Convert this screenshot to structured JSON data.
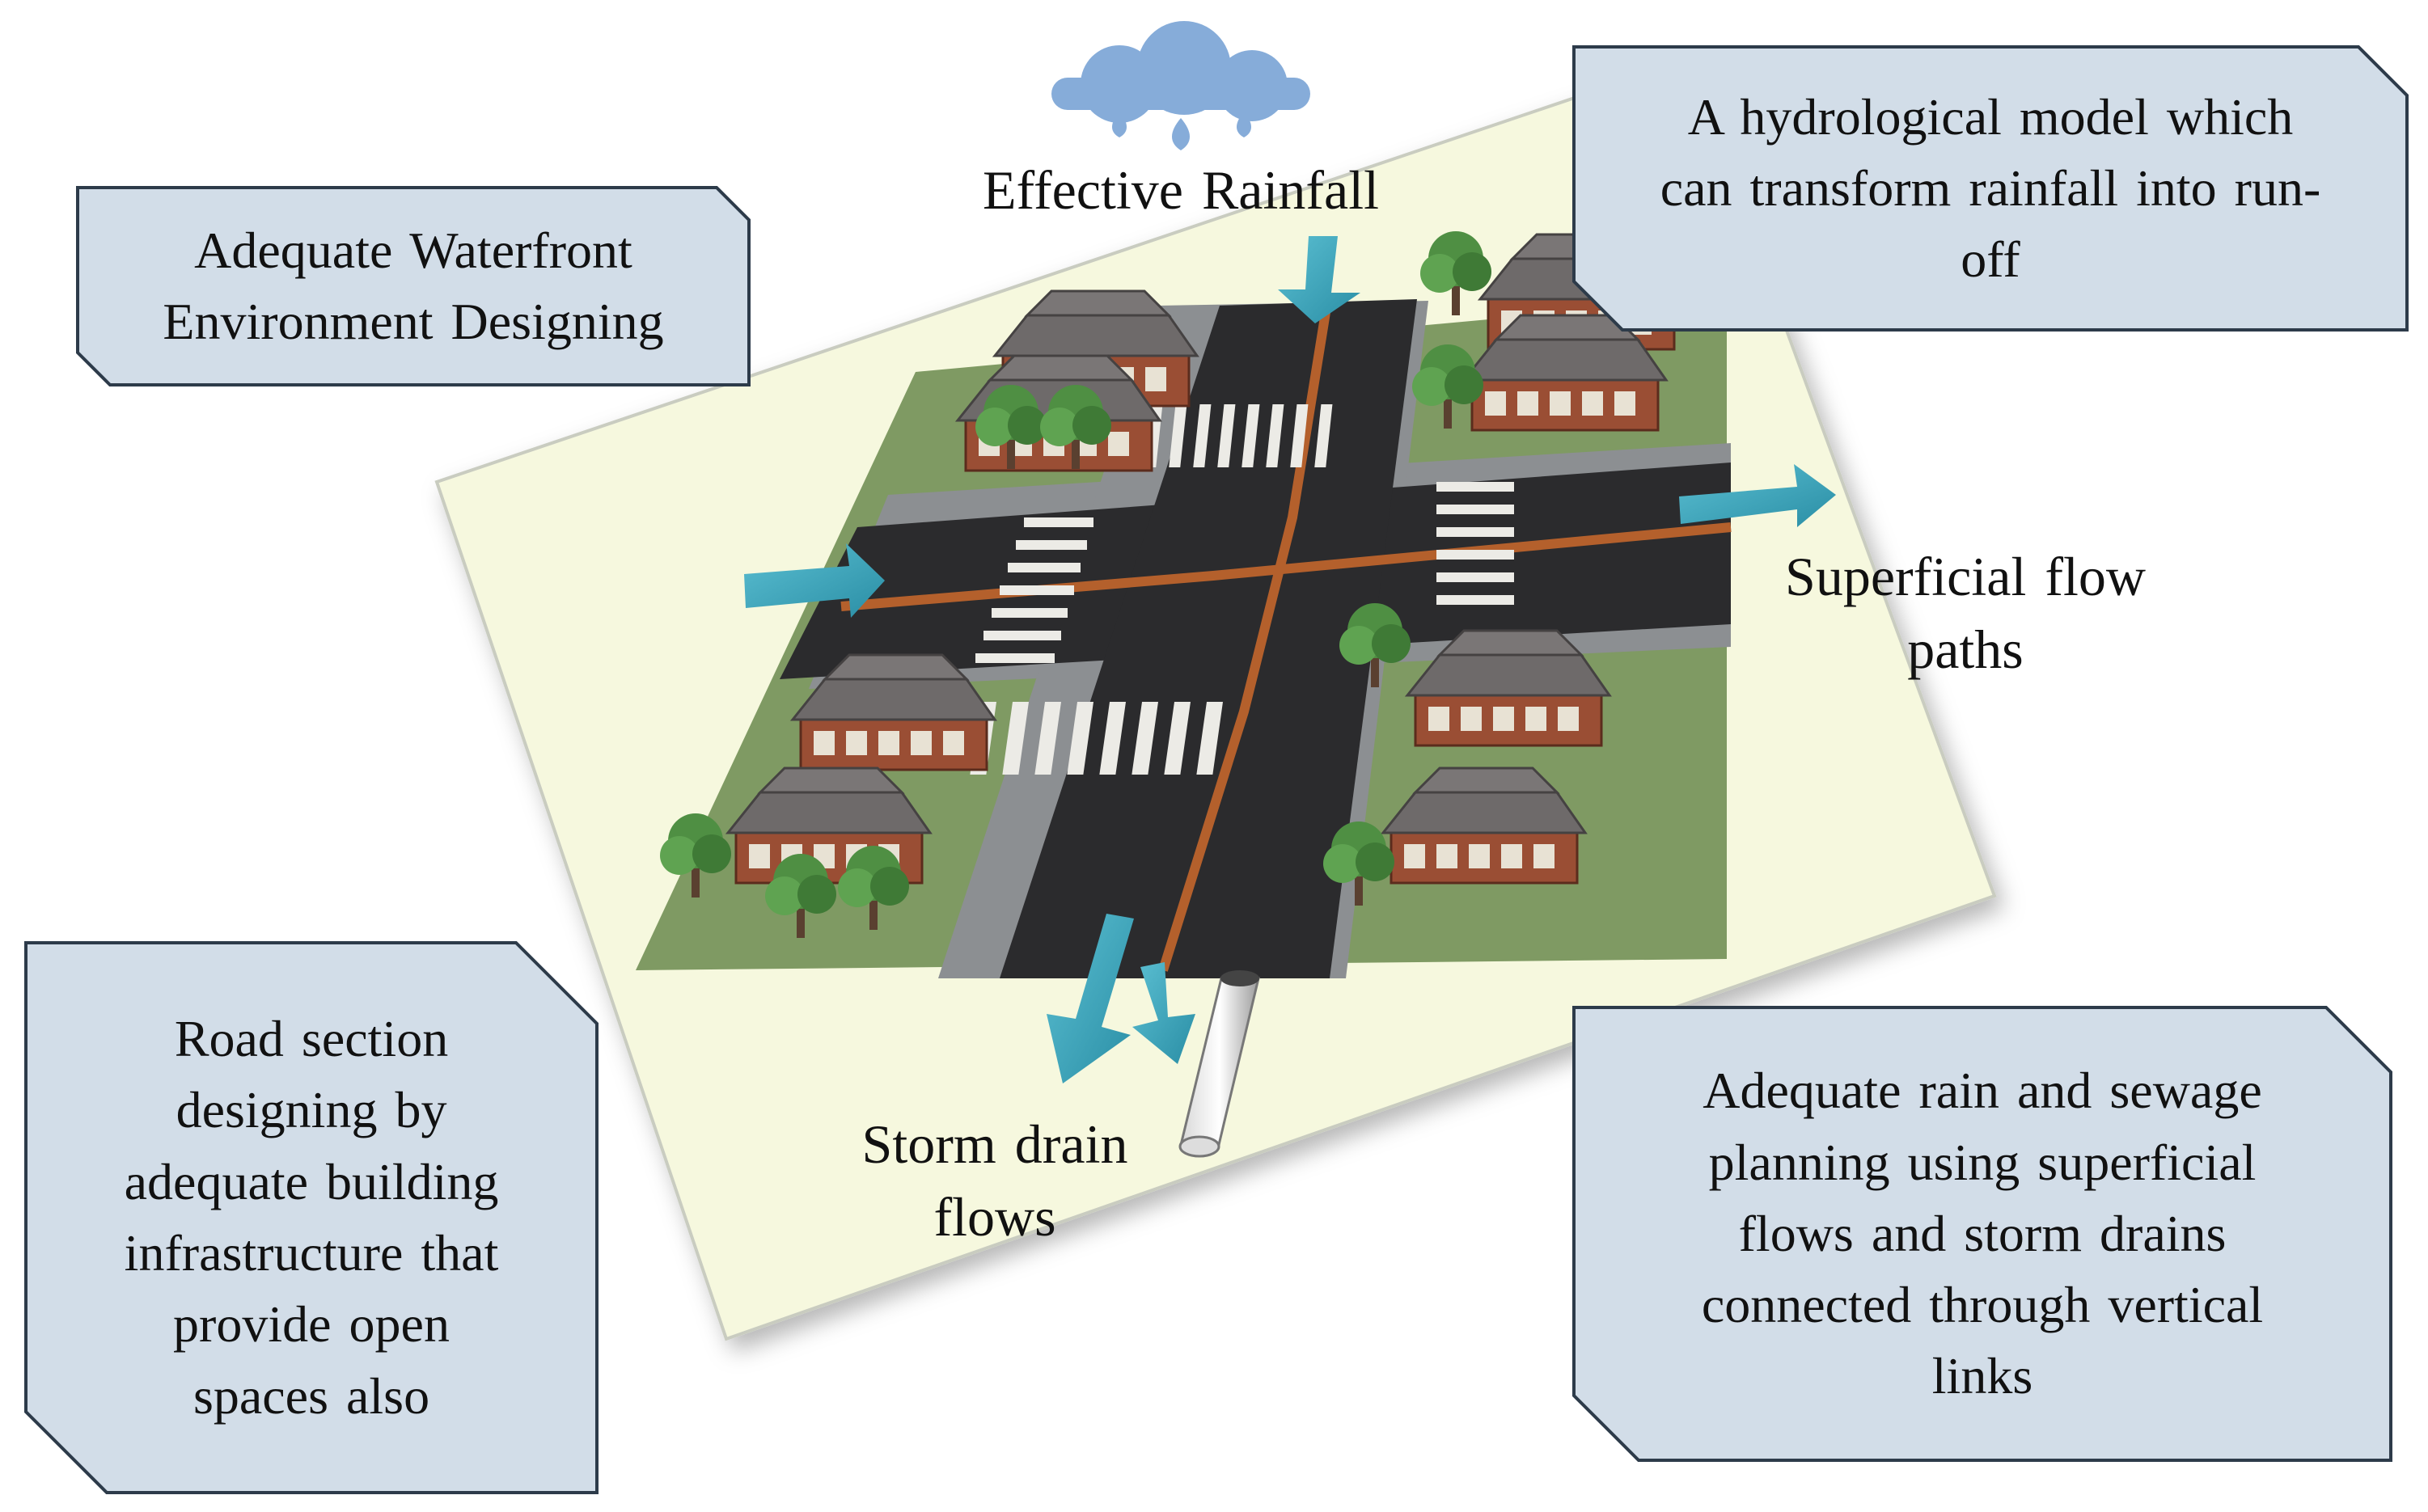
{
  "colors": {
    "callout_fill": "#d2dde8",
    "callout_border": "#2d3b4a",
    "ground_fill": "#f6f8de",
    "grass": "#7f9a63",
    "road": "#2b2b2d",
    "sidewalk": "#8c8f92",
    "flow_arrow": "#3a9fb4",
    "cloud": "#86acd9",
    "drain_line": "#b4602c",
    "roof": "#6e6a6a",
    "brick": "#9a4e34",
    "tree": "#4f8f43"
  },
  "labels": {
    "effective_rainfall": "Effective Rainfall",
    "superficial_flow": "Superficial flow\npaths",
    "storm_drain": "Storm drain\nflows"
  },
  "callouts": {
    "waterfront": "Adequate Waterfront\nEnvironment Designing",
    "hydrological": "A hydrological model which\ncan transform rainfall into run-\noff",
    "road_section": "Road section\ndesigning by\nadequate building\ninfrastructure that\nprovide open\nspaces also",
    "rain_sewage": "Adequate rain and sewage\nplanning using superficial\nflows and storm drains\nconnected through vertical\nlinks"
  }
}
